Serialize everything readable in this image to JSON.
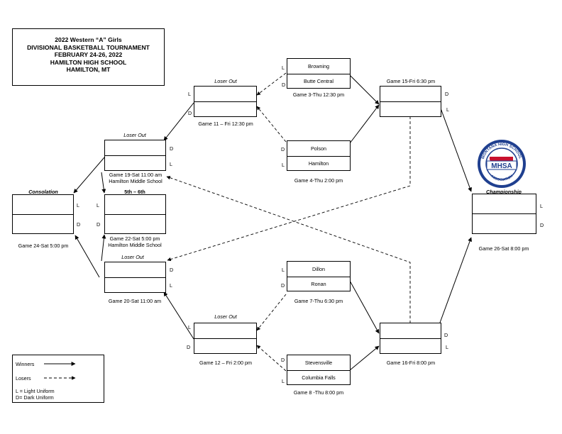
{
  "header": {
    "line1": "2022 Western “A” Girls",
    "line2": "DIVISIONAL BASKETBALL TOURNAMENT",
    "line3": "FEBRUARY 24-26, 2022",
    "line4": "HAMILTON HIGH SCHOOL",
    "line5": "HAMILTON, MT"
  },
  "teams": {
    "browning": "Browning",
    "butte_central": "Butte Central",
    "polson": "Polson",
    "hamilton": "Hamilton",
    "dillon": "Dillon",
    "ronan": "Ronan",
    "stevensville": "Stevensville",
    "columbia_falls": "Columbia Falls"
  },
  "games": {
    "g3": "Game 3-Thu 12:30 pm",
    "g4": "Game 4-Thu 2:00 pm",
    "g7": "Game 7-Thu 6:30 pm",
    "g8": "Game 8 -Thu 8:00 pm",
    "g11": "Game 11 – Fri 12:30 pm",
    "g12": "Game 12 – Fri 2:00 pm",
    "g15": "Game 15-Fri 6:30 pm",
    "g16": "Game 16-Fri 8:00 pm",
    "g19a": "Game 19-Sat 11:00 am",
    "g19b": "Hamilton Middle School",
    "g20": "Game 20-Sat 11:00 am",
    "g22a": "Game 22-Sat 5:00 pm",
    "g22b": "Hamilton Middle School",
    "g24": "Game 24-Sat 5:00 pm",
    "g26": "Game 26-Sat 8:00 pm"
  },
  "headings": {
    "loser_out": "Loser Out",
    "consolation": "Consolation",
    "fifth_sixth": "5th – 6th",
    "championship": "Championship"
  },
  "marks": {
    "light": "L",
    "dark": "D"
  },
  "legend": {
    "winners": "Winners",
    "losers": "Losers",
    "light": "L = Light Uniform",
    "dark": "D= Dark Uniform"
  },
  "logo": {
    "arc_text": "MONTANA HIGH SCHOOL",
    "center_text": "MHSA",
    "bottom_text": "ASSOCIATION",
    "colors": {
      "blue": "#1f3f8f",
      "red": "#c8102e"
    }
  }
}
